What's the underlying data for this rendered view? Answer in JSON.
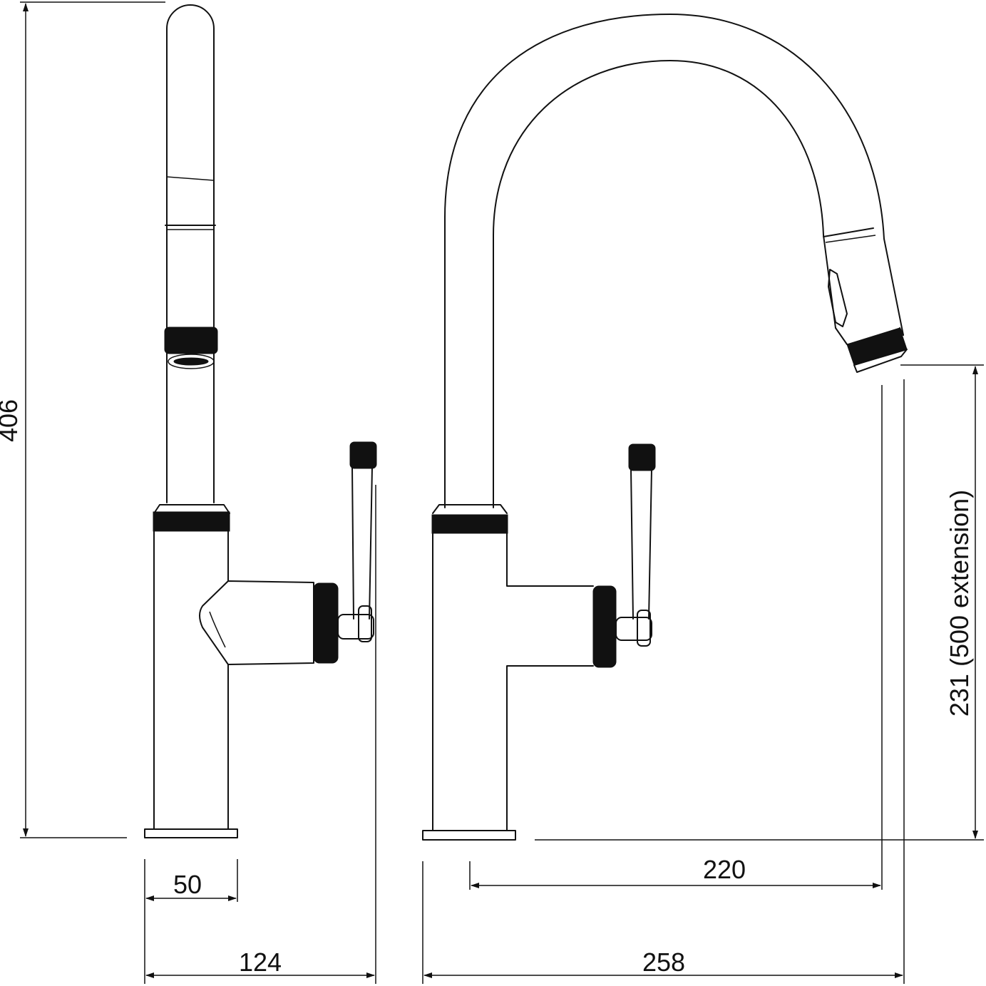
{
  "dimensions": {
    "total_height": "406",
    "base_diameter": "50",
    "side_depth": "124",
    "spout_reach": "220",
    "total_width": "258",
    "spout_height": "231 (500 extension)"
  },
  "colors": {
    "line": "#111111",
    "background": "#ffffff"
  }
}
